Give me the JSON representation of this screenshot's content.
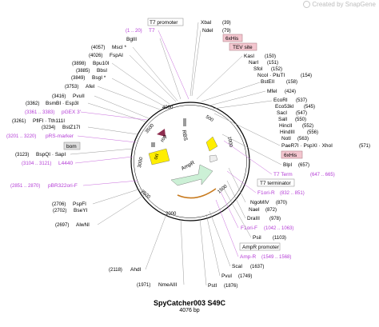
{
  "watermark": "Created by SnapGene",
  "title": "SpyCatcher003 S49C",
  "subtitle": "4076 bp",
  "ticks": [
    "4000",
    "500",
    "1000",
    "1500",
    "2000",
    "2500",
    "3000",
    "3500"
  ],
  "features": {
    "rop": "rop",
    "ori": "ori",
    "ampr": "AmpR",
    "rbs": "RBS"
  },
  "right_labels": [
    {
      "name": "XbaI",
      "pos": "(39)"
    },
    {
      "name": "NdeI",
      "pos": "(79)"
    },
    {
      "name": "6xHis",
      "pos": ""
    },
    {
      "name": "TEV site",
      "pos": ""
    },
    {
      "name": "KasI",
      "pos": "(150)"
    },
    {
      "name": "NarI",
      "pos": "(151)"
    },
    {
      "name": "SfoI",
      "pos": "(152)"
    },
    {
      "name": "NcoI · PluTI",
      "pos": "(154)"
    },
    {
      "name": "BstEII",
      "pos": "(158)"
    },
    {
      "name": "MfeI",
      "pos": "(424)"
    },
    {
      "name": "EcoRI",
      "pos": "(537)"
    },
    {
      "name": "Eco53kI",
      "pos": "(545)"
    },
    {
      "name": "SacI",
      "pos": "(547)"
    },
    {
      "name": "SalI",
      "pos": "(550)"
    },
    {
      "name": "HincII",
      "pos": "(552)"
    },
    {
      "name": "HindIII",
      "pos": "(556)"
    },
    {
      "name": "NotI",
      "pos": "(563)"
    },
    {
      "name": "PaeR7I · PspXI · XhoI",
      "pos": "(571)"
    },
    {
      "name": "6xHis",
      "pos": ""
    },
    {
      "name": "BlpI",
      "pos": "(657)"
    },
    {
      "name": "T7 Term",
      "pos": "(647 .. 665)"
    },
    {
      "name": "T7 terminator",
      "pos": ""
    },
    {
      "name": "F1ori-R",
      "pos": "(832 .. 851)"
    },
    {
      "name": "NgoMIV",
      "pos": "(870)"
    },
    {
      "name": "NaeI",
      "pos": "(872)"
    },
    {
      "name": "DraIII",
      "pos": "(978)"
    },
    {
      "name": "F1ori-F",
      "pos": "(1042 .. 1063)"
    },
    {
      "name": "PsiI",
      "pos": "(1103)"
    },
    {
      "name": "AmpR promoter",
      "pos": ""
    },
    {
      "name": "Amp-R",
      "pos": "(1549 .. 1568)"
    },
    {
      "name": "ScaI",
      "pos": "(1637)"
    },
    {
      "name": "PvuI",
      "pos": "(1749)"
    },
    {
      "name": "PstI",
      "pos": "(1876)"
    }
  ],
  "left_labels": [
    {
      "name": "T7 promoter",
      "pos": ""
    },
    {
      "name": "T7",
      "pos": "(1 .. 20)"
    },
    {
      "name": "BglII",
      "pos": ""
    },
    {
      "name": "MscI *",
      "pos": "(4057)"
    },
    {
      "name": "FspAI",
      "pos": "(4026)"
    },
    {
      "name": "Bpu10I",
      "pos": "(3898)"
    },
    {
      "name": "BbsI",
      "pos": "(3885)"
    },
    {
      "name": "BsgI *",
      "pos": "(3849)"
    },
    {
      "name": "AfeI",
      "pos": "(3753)"
    },
    {
      "name": "PvuII",
      "pos": "(3416)"
    },
    {
      "name": "BsmBI · Esp3I",
      "pos": "(3362)"
    },
    {
      "name": "pGEX 3'",
      "pos": "(3361 .. 3383)"
    },
    {
      "name": "PflFI · Tth111I",
      "pos": "(3261)"
    },
    {
      "name": "BstZ17I",
      "pos": "(3234)"
    },
    {
      "name": "pRS-marker",
      "pos": "(3201 .. 3220)"
    },
    {
      "name": "bom",
      "pos": ""
    },
    {
      "name": "BspQI · SapI",
      "pos": "(3123)"
    },
    {
      "name": "L4440",
      "pos": "(3104 .. 3121)"
    },
    {
      "name": "pBR322ori-F",
      "pos": "(2851 .. 2870)"
    },
    {
      "name": "PspFI",
      "pos": "(2706)"
    },
    {
      "name": "BseYI",
      "pos": "(2702)"
    },
    {
      "name": "AlwNI",
      "pos": "(2697)"
    },
    {
      "name": "AhdI",
      "pos": "(2118)"
    },
    {
      "name": "NmeAIII",
      "pos": "(1971)"
    }
  ],
  "colors": {
    "ampr": "#ccf0d6",
    "ori": "#ffee00",
    "cds": "#ffee00",
    "rop": "#8e2d4f",
    "promoter": "#f0f0f0",
    "primer": "#b43cd6",
    "tag": "#f3c6cf"
  }
}
